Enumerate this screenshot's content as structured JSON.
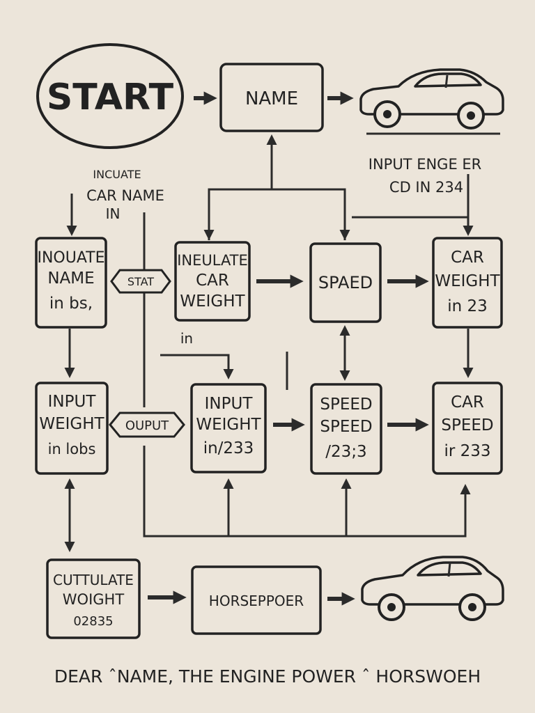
{
  "start": {
    "label": "START"
  },
  "top": {
    "name_box": "NAME"
  },
  "note_left": [
    "INCUATE",
    "CAR NAME",
    "IN"
  ],
  "note_right": [
    "INPUT ENGE   ER",
    "CD  IN 234"
  ],
  "row1": [
    {
      "lines": [
        "INOUATE",
        "NAME",
        "in   bs,"
      ]
    },
    {
      "lines": [
        "INEULATE",
        "CAR",
        "WEIGHT"
      ]
    },
    {
      "lines": [
        "SPAED"
      ]
    },
    {
      "lines": [
        "CAR",
        "WEIGHT",
        "in 23"
      ]
    }
  ],
  "tag_stat": "STAT",
  "mid_label": "in",
  "row2": [
    {
      "lines": [
        "INPUT",
        "WEIGHT",
        "in lobs"
      ]
    },
    {
      "lines": [
        "INPUT",
        "WEIGHT",
        "in/233"
      ]
    },
    {
      "lines": [
        "SPEED",
        "SPEED",
        "/23;3"
      ]
    },
    {
      "lines": [
        "CAR",
        "SPEED",
        "ir 233"
      ]
    }
  ],
  "tag_output": "OUPUT",
  "bottom": {
    "calc_lines": [
      "CUTTULATE",
      "WOIGHT",
      "02835"
    ],
    "hp_box": "HORSEPPOER"
  },
  "footer": "DEAR ˆNAME, THE ENGINE POWER ˆ HORSWOEH",
  "icons": [
    "car-icon",
    "car-icon"
  ]
}
